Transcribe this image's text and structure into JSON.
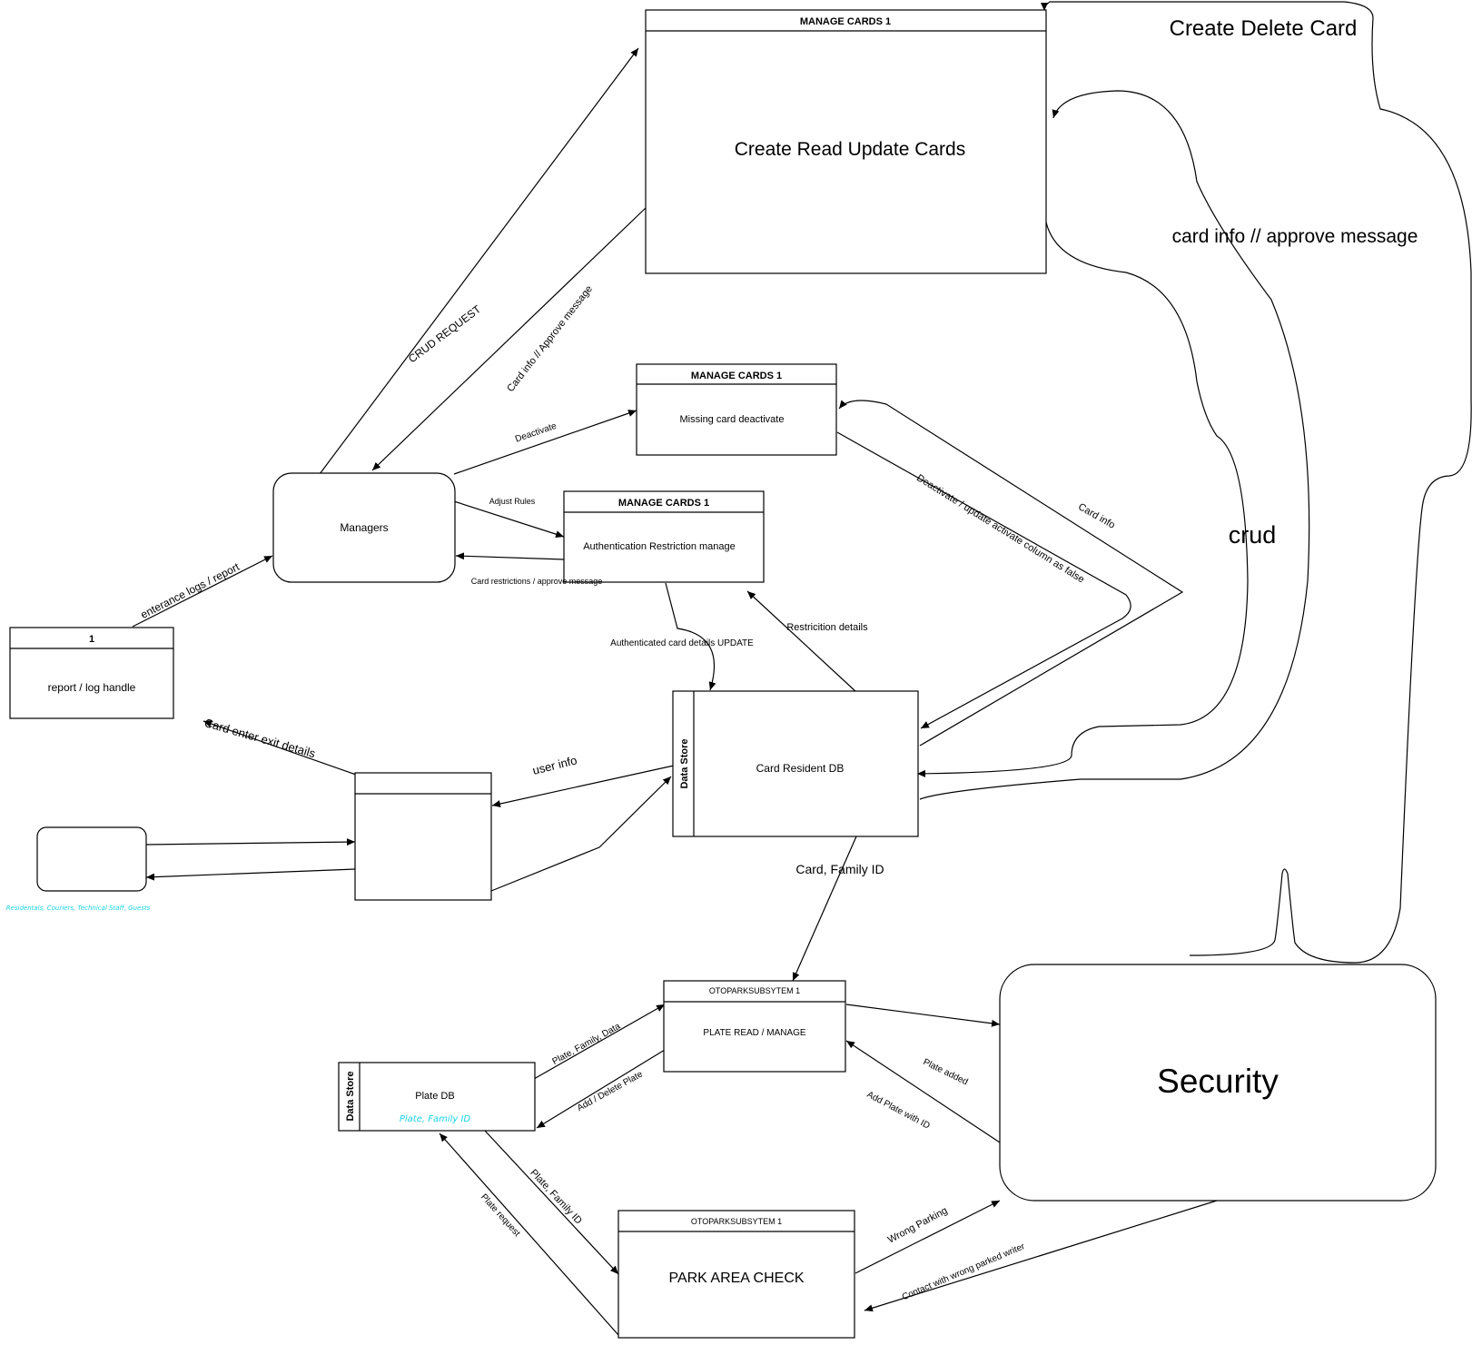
{
  "manage_cards_top": {
    "header": "MANAGE CARDS 1",
    "body": "Create Read Update Cards"
  },
  "missing_card": {
    "header": "MANAGE CARDS 1",
    "body": "Missing card deactivate"
  },
  "auth_restriction": {
    "header": "MANAGE CARDS 1",
    "body": "Authentication Restriction manage"
  },
  "managers": {
    "label": "Managers"
  },
  "report_log": {
    "header": "1",
    "body": "report / log handle"
  },
  "card_reader": {
    "header": "",
    "body": ""
  },
  "external_entity": {
    "label": "",
    "caption": "Residentals, Couriers, Technical Staff, Guests"
  },
  "card_resident_db": {
    "side": "Data Store",
    "label": "Card Resident DB"
  },
  "plate_read": {
    "header": "OTOPARKSUBSYTEM 1",
    "body": "PLATE READ / MANAGE"
  },
  "plate_db": {
    "side": "Data Store",
    "label": "Plate DB",
    "fields": "Plate, Family ID"
  },
  "park_area": {
    "header": "OTOPARKSUBSYTEM 1",
    "body": "PARK AREA CHECK"
  },
  "security": {
    "label": "Security"
  },
  "flows": {
    "crud_request": "CRUD REQUEST",
    "card_info_approve": "Card info // Approve message",
    "deactivate": "Deactivate",
    "adjust_rules": "Adjust Rules",
    "card_restrictions": "Card restrictions / approve message",
    "entrance_logs": "enterance logs /  report",
    "auth_card_update": "Authenticated card details UPDATE",
    "restriction_details": "Restricition details",
    "deactivate_update": "Deactivate / update activate column as false",
    "card_info": "Card info",
    "card_enter_exit": "Card enter exit details",
    "user_info": "user info",
    "card_family_id": "Card, Family ID",
    "plate_family_data": "Plate, Family, Data",
    "add_delete_plate": "Add / Delete Plate",
    "plate_added": "Plate added",
    "add_plate_id": "Add Plate with ID",
    "plate_family_id": "Plate, Family ID",
    "plate_request": "Plate request",
    "wrong_parking": "Wrong Parking",
    "contact_wrong": "Contact with wrong parked writer",
    "create_delete_card": "Create Delete Card",
    "card_info_approve_msg": "card info // approve message",
    "crud": "crud"
  }
}
